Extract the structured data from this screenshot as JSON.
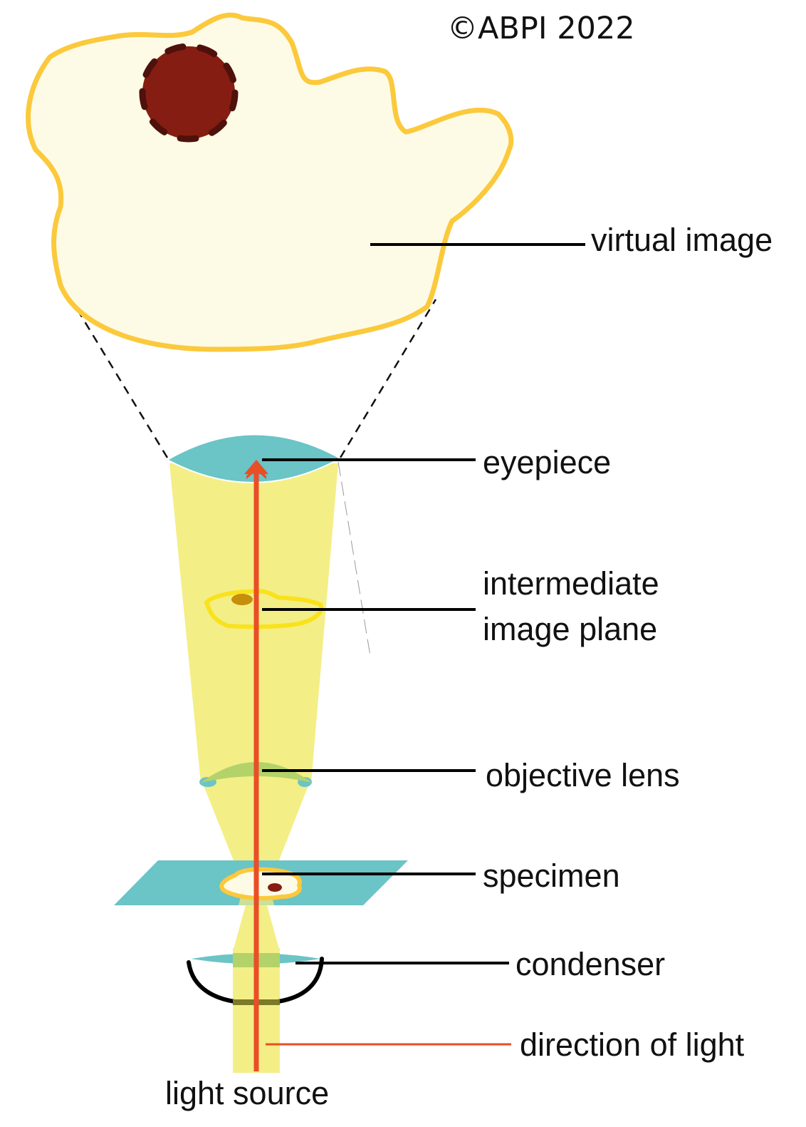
{
  "copyright": "©ABPI 2022",
  "labels": {
    "virtual_image": "virtual image",
    "eyepiece": "eyepiece",
    "intermediate_line1": "intermediate",
    "intermediate_line2": "image plane",
    "objective_lens": "objective lens",
    "specimen": "specimen",
    "condenser": "condenser",
    "direction_of_light": "direction of light",
    "light_source": "light source"
  },
  "colors": {
    "cell_fill": "#fdfbe6",
    "cell_outline": "#fbc93b",
    "nucleus": "#861d12",
    "nucleus_dash": "#4e110b",
    "lens": "#6bc4c6",
    "objective": "#b4d26a",
    "light_beam": "#f4ee86",
    "arrow": "#e94e27",
    "leader": "#000000"
  }
}
